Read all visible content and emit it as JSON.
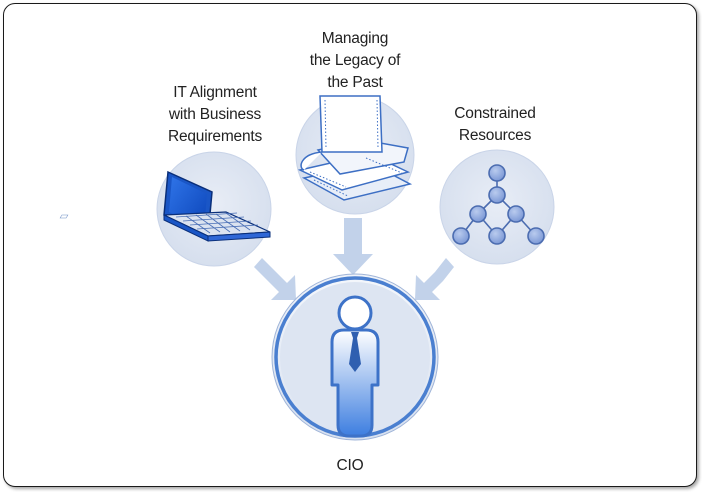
{
  "diagram": {
    "inputs": [
      {
        "label_lines": [
          "IT Alignment",
          "with Business",
          "Requirements"
        ],
        "icon": "laptop-icon"
      },
      {
        "label_lines": [
          "Managing",
          "the Legacy of",
          "the Past"
        ],
        "icon": "paper-stack-icon"
      },
      {
        "label_lines": [
          "Constrained",
          "Resources"
        ],
        "icon": "hierarchy-tree-icon"
      }
    ],
    "center": {
      "label": "CIO",
      "icon": "person-icon"
    },
    "colors": {
      "circle_fill": "#dfe6f2",
      "circle_edge": "#c9d4e8",
      "arrow": "#c2d2ea",
      "accent_blue": "#4a7fd0",
      "node_fill": "#8ea8dd",
      "node_stroke": "#4b6cb0",
      "frame": "#1a1a1a"
    }
  }
}
